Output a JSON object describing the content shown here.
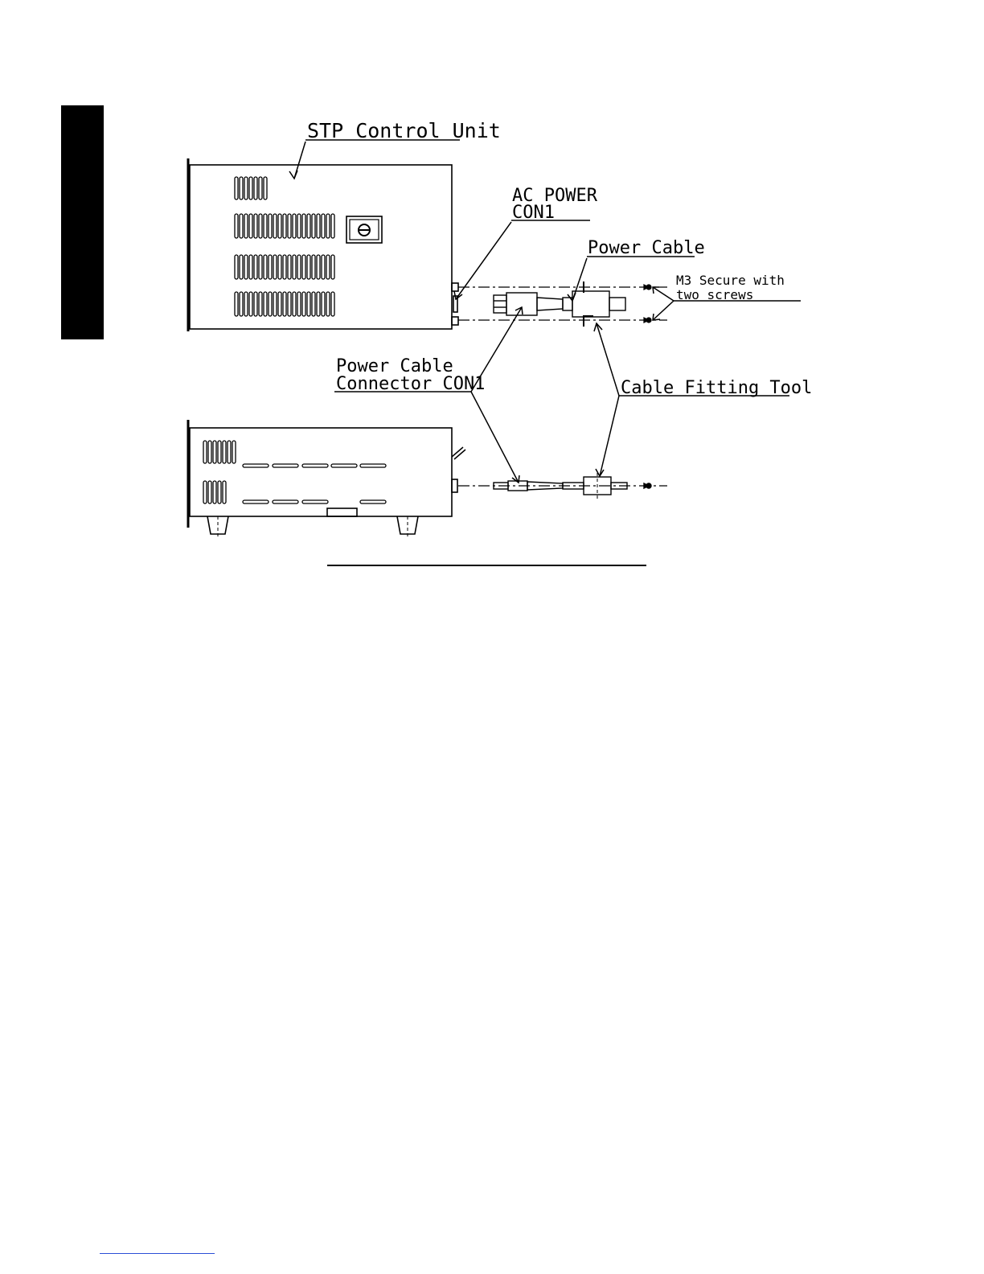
{
  "diagram": {
    "labels": {
      "control_unit": "STP Control Unit",
      "ac_power_line1": "AC POWER",
      "ac_power_line2": "CON1",
      "power_cable": "Power Cable",
      "m3_line1": "M3 Secure with",
      "m3_line2": "two screws",
      "connector_line1": "Power Cable",
      "connector_line2": "Connector CON1",
      "fitting_tool": "Cable Fitting Tool"
    }
  }
}
